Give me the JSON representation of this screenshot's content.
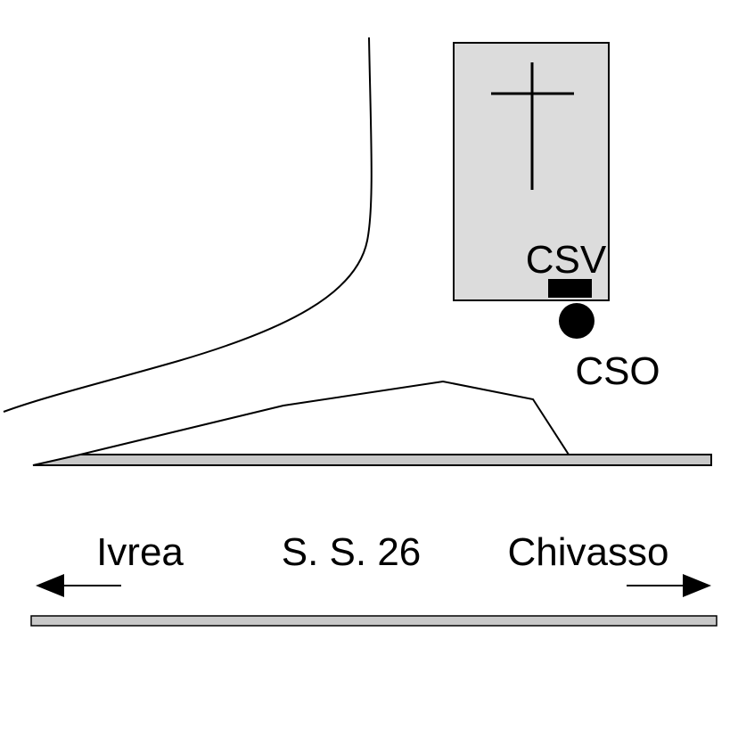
{
  "labels": {
    "csv": "CSV",
    "cso": "CSO",
    "ivrea": "Ivrea",
    "road": "S. S. 26",
    "chivasso": "Chivasso"
  },
  "colors": {
    "background": "#ffffff",
    "line": "#000000",
    "cemetery_fill": "#dcdcdc",
    "road_fill": "#c8c8c8"
  },
  "icons": {
    "cemetery": "cross-icon",
    "cso_marker": "filled-circle-icon",
    "csv_marker": "filled-rectangle-icon",
    "direction_left": "arrow-left-icon",
    "direction_right": "arrow-right-icon"
  }
}
